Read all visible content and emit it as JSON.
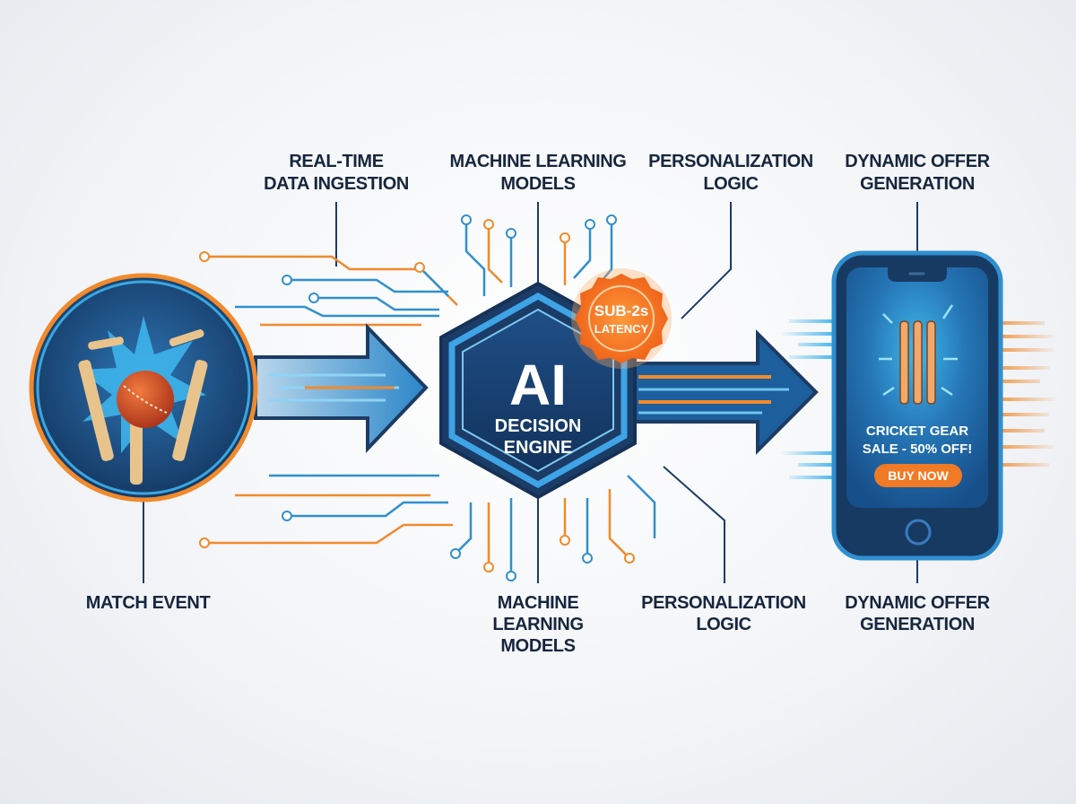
{
  "labels": {
    "top_ingestion": [
      "REAL-TIME",
      "DATA INGESTION"
    ],
    "top_ml": [
      "MACHINE LEARNING",
      "MODELS"
    ],
    "top_personalization": [
      "PERSONALIZATION",
      "LOGIC"
    ],
    "top_offer": [
      "DYNAMIC OFFER",
      "GENERATION"
    ],
    "bottom_match": [
      "MATCH EVENT"
    ],
    "bottom_ml": [
      "MACHINE",
      "LEARNING",
      "MODELS"
    ],
    "bottom_personalization": [
      "PERSONALIZATION",
      "LOGIC"
    ],
    "bottom_offer": [
      "DYNAMIC OFFER",
      "GENERATION"
    ]
  },
  "engine": {
    "title": "AI",
    "subtitle": [
      "DECISION",
      "ENGINE"
    ]
  },
  "badge": {
    "line1": "SUB-2s",
    "line2": "LATENCY"
  },
  "phone": {
    "offer": [
      "CRICKET GEAR",
      "SALE - 50% OFF!"
    ],
    "cta": "BUY NOW"
  },
  "colors": {
    "navy": "#17263d",
    "blue": "#2f8fd0",
    "orange": "#f08a2c",
    "deep_blue": "#1b4a7e"
  },
  "icons": [
    "cricket-ball-stumps-icon",
    "hexagon-chip-icon",
    "smartphone-icon",
    "stumps-icon"
  ]
}
